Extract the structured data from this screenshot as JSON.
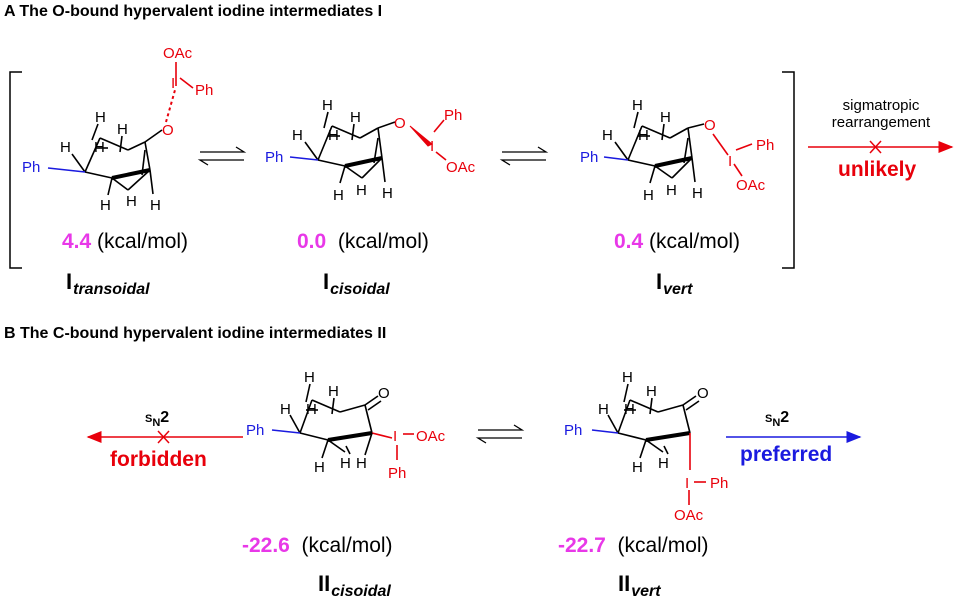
{
  "colors": {
    "red": "#e8000b",
    "blue": "#1a1adf",
    "magenta": "#e838e8",
    "black": "#000000"
  },
  "section_a": {
    "title": "A The O-bound hypervalent iodine intermediates I",
    "structures": [
      {
        "energy": "4.4",
        "unit": "(kcal/mol)",
        "label": "I",
        "label_sub": "transoidal"
      },
      {
        "energy": "0.0",
        "unit": "(kcal/mol)",
        "label": "I",
        "label_sub": "cisoidal"
      },
      {
        "energy": "0.4",
        "unit": "(kcal/mol)",
        "label": "I",
        "label_sub": "vert"
      }
    ],
    "arrow": {
      "line1": "sigmatropic",
      "line2": "rearrangement",
      "result": "unlikely"
    }
  },
  "section_b": {
    "title": "B The C-bound hypervalent iodine intermediates II",
    "structures": [
      {
        "energy": "-22.6",
        "unit": "(kcal/mol)",
        "label": "II",
        "label_sub": "cisoidal"
      },
      {
        "energy": "-22.7",
        "unit": "(kcal/mol)",
        "label": "II",
        "label_sub": "vert"
      }
    ],
    "left_arrow": {
      "s": "S",
      "n": "N",
      "two": "2",
      "result": "forbidden"
    },
    "right_arrow": {
      "s": "S",
      "n": "N",
      "two": "2",
      "result": "preferred"
    }
  },
  "atoms": {
    "H": "H",
    "O": "O",
    "I": "I",
    "Ph": "Ph",
    "OAc": "OAc"
  }
}
